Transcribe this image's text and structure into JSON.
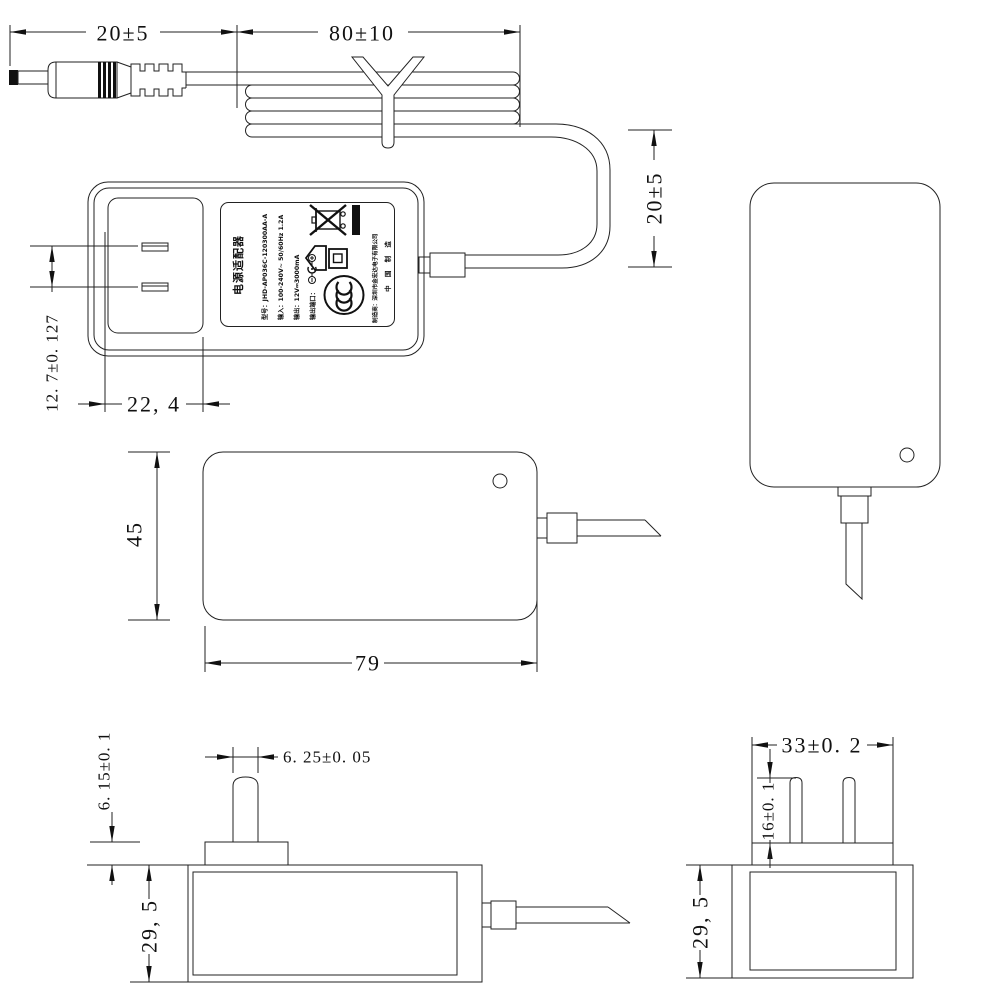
{
  "dims": {
    "plug_len": "20±5",
    "cord_len": "80±10",
    "loop_h": "20±5",
    "blade_pitch": "12. 7±0. 127",
    "recess_w": "22, 4",
    "side_h": "45",
    "side_w": "79",
    "pin_w": "6. 25±0. 05",
    "plat_h": "6. 15±0. 1",
    "depth_l": "29, 5",
    "front_w": "33±0. 2",
    "pin_h": "16±0. 1",
    "depth_r": "29, 5"
  },
  "label": {
    "title": "电源适配器",
    "model": "型号：JHD-AP036C-120300AA-A",
    "input": "输入：100-240V~ 50/60Hz 1.2A",
    "output": "输出：12V⎓3000mA",
    "port": "输出端口：",
    "maker": "制造商：深圳市金宏达电子有限公司",
    "origin": "中 国 制 造"
  },
  "colors": {
    "line": "#222222",
    "text": "#111111"
  }
}
